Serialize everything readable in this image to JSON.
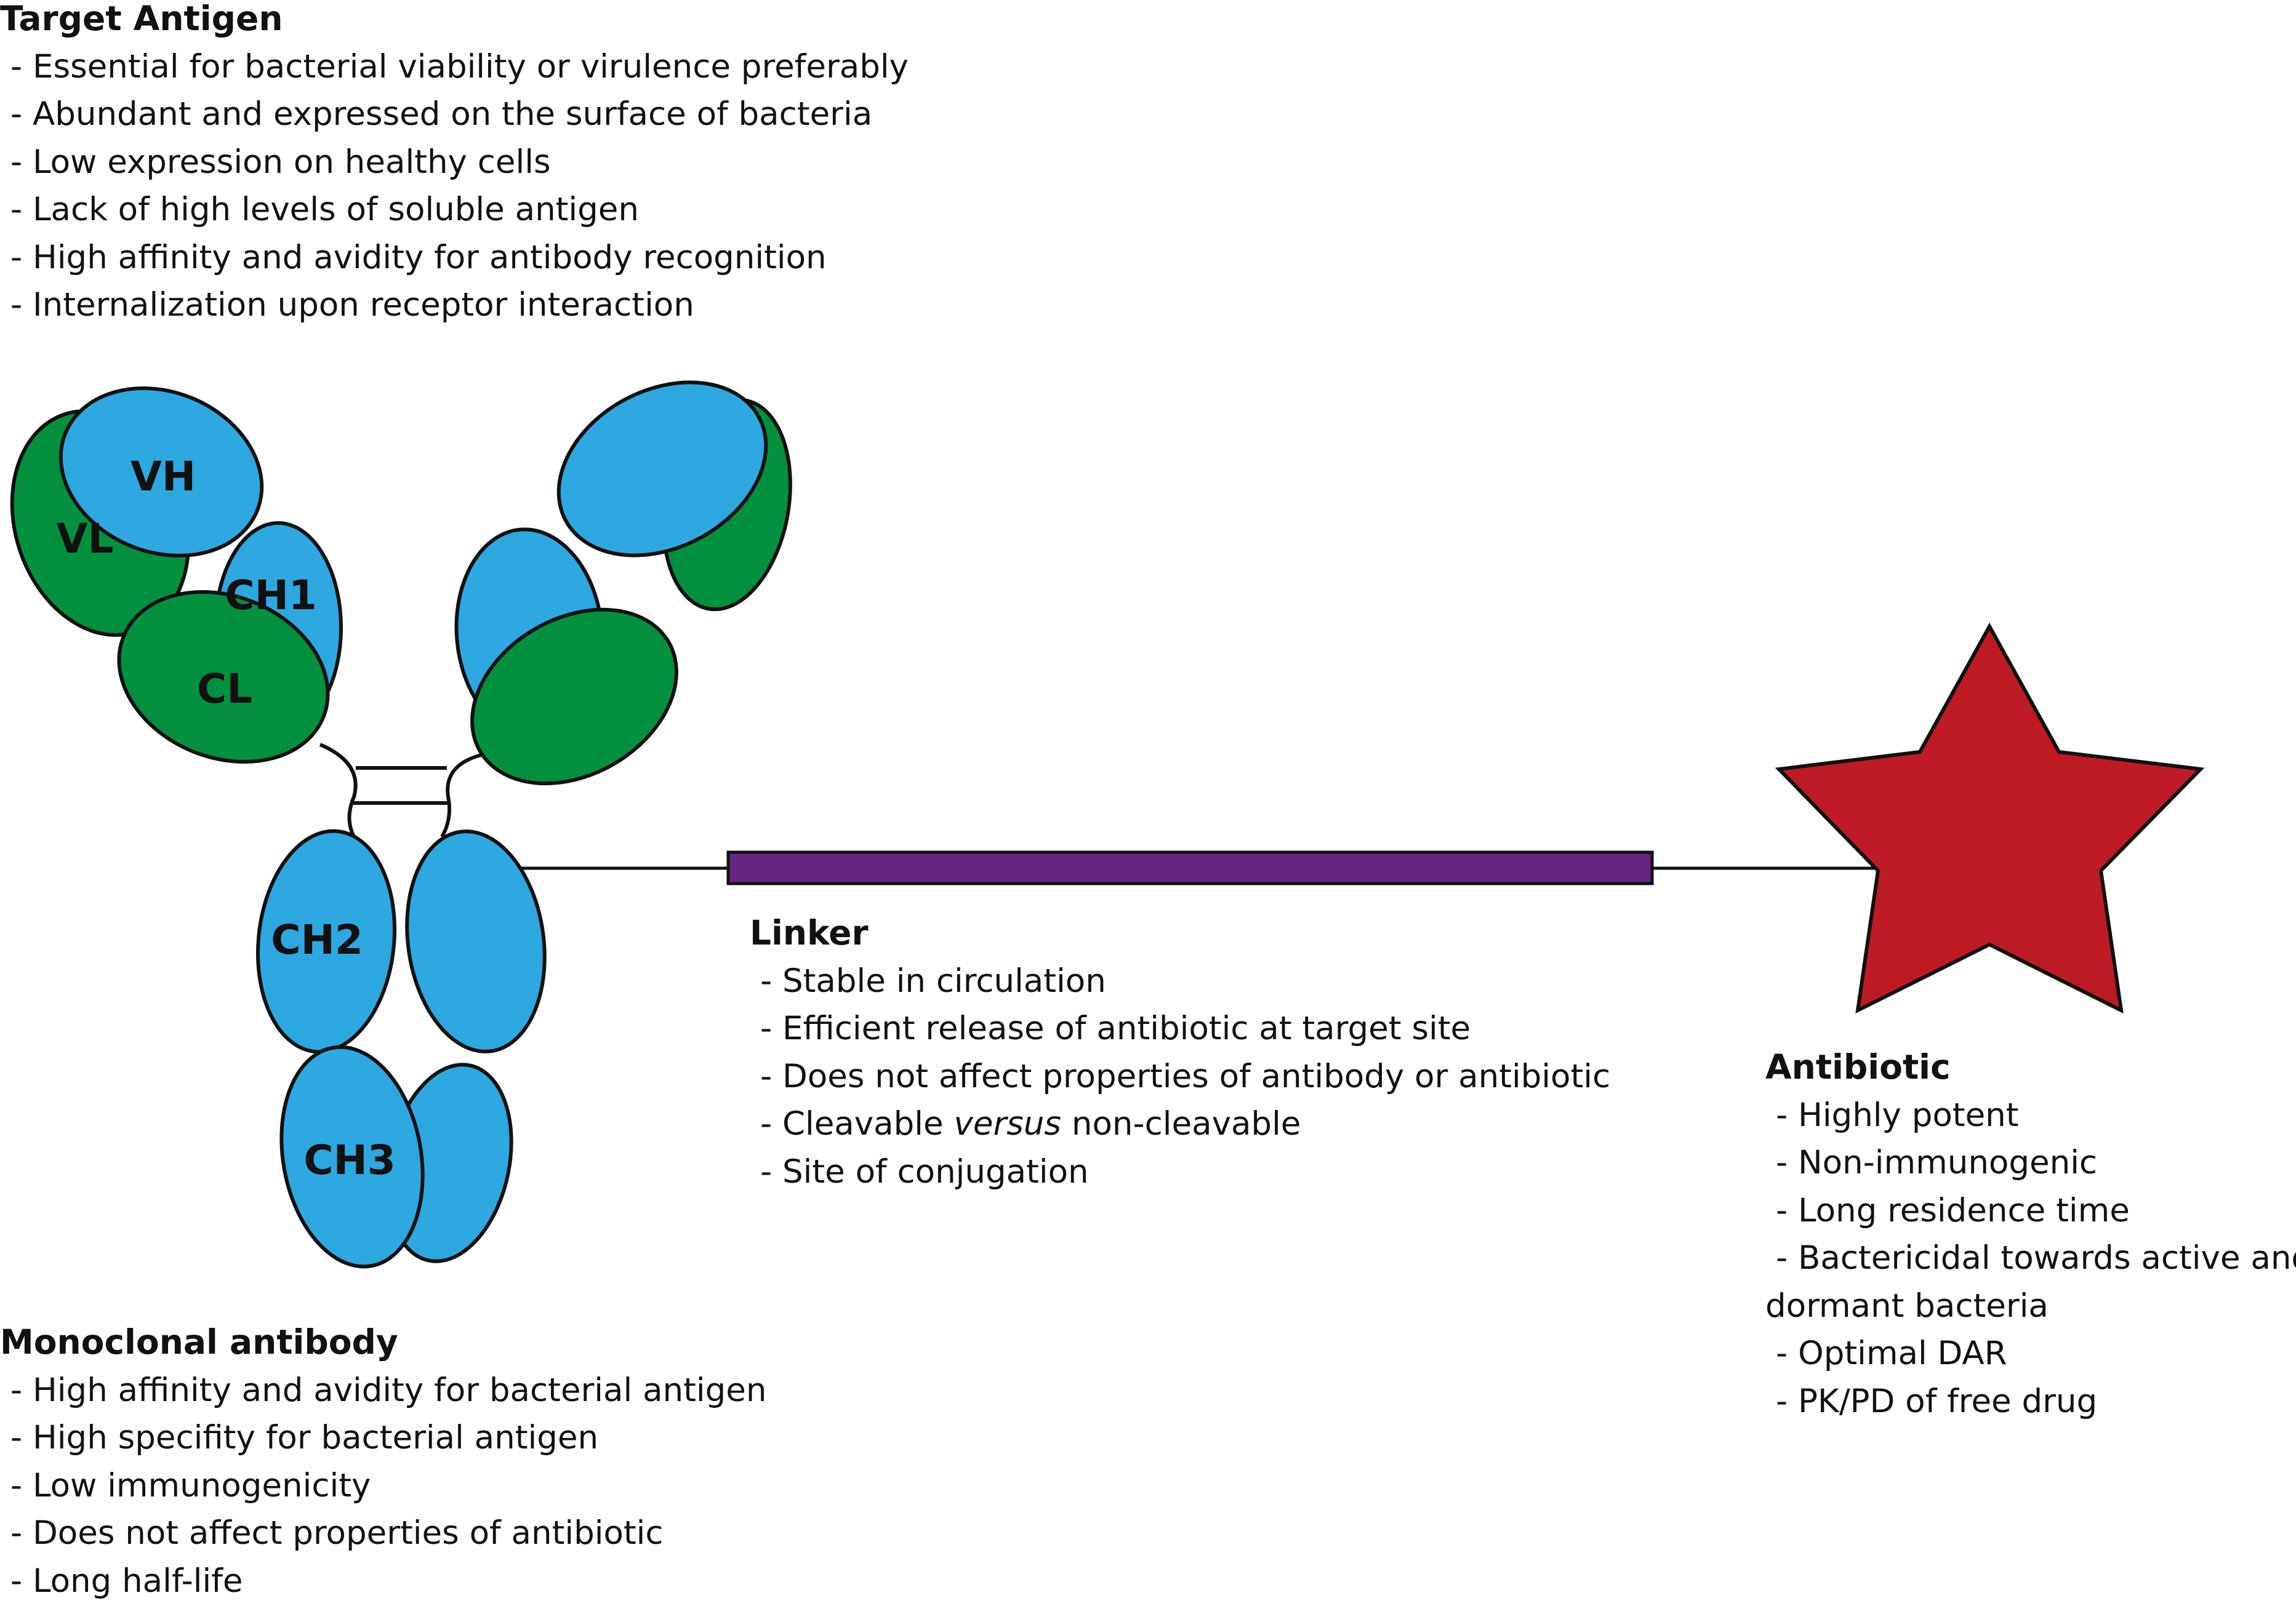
{
  "colors": {
    "heavy_chain": "#2ea8e0",
    "light_chain": "#039140",
    "linker": "#672583",
    "antibiotic": "#be1b24",
    "outline": "#111111"
  },
  "icons": {
    "antibody": "antibody-y-shape-icon",
    "antibiotic": "star-icon"
  },
  "antibody_domains": {
    "vh": "VH",
    "vl": "VL",
    "ch1": "CH1",
    "cl": "CL",
    "ch2": "CH2",
    "ch3": "CH3"
  },
  "target_antigen": {
    "title": "Target Antigen",
    "items": [
      "- Essential for bacterial viability or virulence preferably",
      "- Abundant and expressed on the surface of bacteria",
      "- Low expression on healthy cells",
      "- Lack of high levels of soluble antigen",
      "- High affinity and avidity for antibody recognition",
      "- Internalization upon receptor interaction"
    ]
  },
  "monoclonal_antibody": {
    "title": "Monoclonal antibody",
    "items": [
      "- High affinity and avidity for bacterial antigen",
      "- High specifity for bacterial antigen",
      "- Low immunogenicity",
      "- Does not affect properties of antibiotic",
      "- Long half-life"
    ]
  },
  "linker": {
    "title": "Linker",
    "items": [
      "- Stable in circulation",
      "- Efficient release of antibiotic at target site",
      "- Does not affect properties of antibody or antibiotic"
    ],
    "item_cleavable": {
      "before": "- Cleavable ",
      "emphasis": "versus",
      "after": " non-cleavable"
    },
    "item_last": "- Site of conjugation"
  },
  "antibiotic": {
    "title": "Antibiotic",
    "items_top": [
      "- Highly potent",
      "- Non-immunogenic",
      "- Long residence time"
    ],
    "item_wrap_line1": "- Bactericidal towards active and",
    "item_wrap_line2": "dormant bacteria",
    "items_bottom": [
      "- Optimal DAR",
      "- PK/PD of free drug"
    ]
  }
}
